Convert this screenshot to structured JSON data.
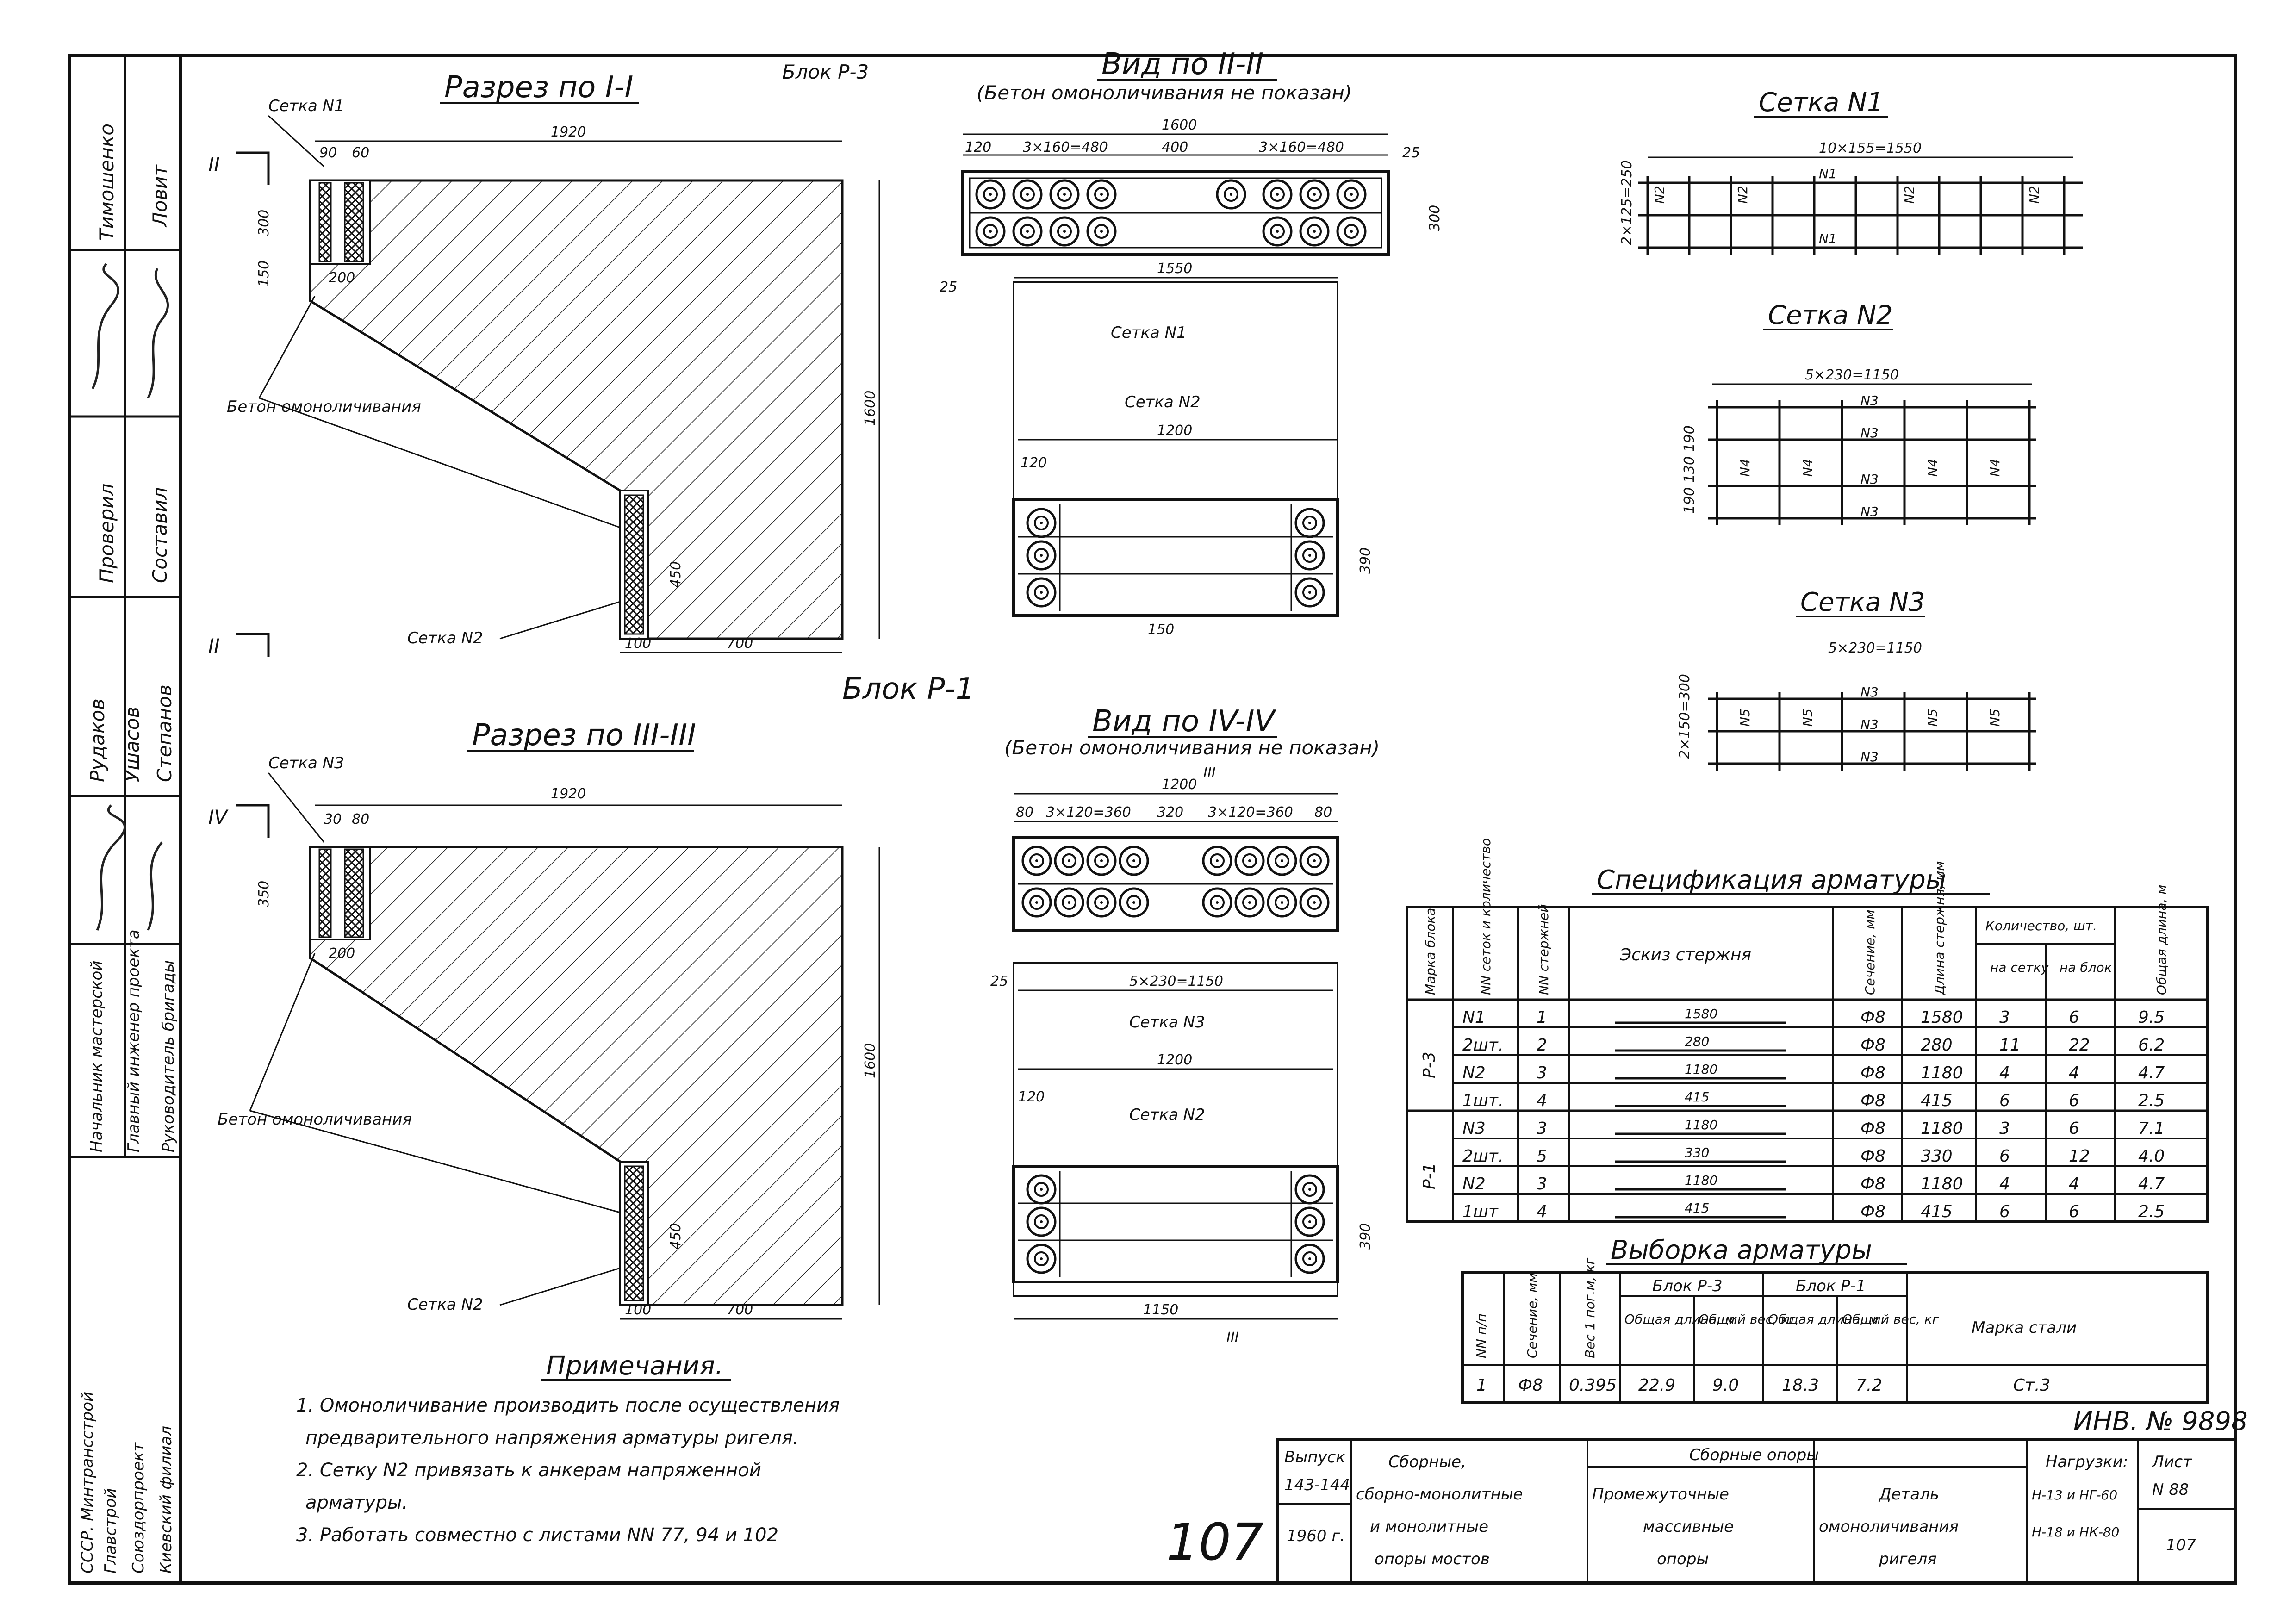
{
  "sidebar": {
    "row1_name": "Тимошенко",
    "row1_role": "Ловит",
    "row3_name": "Проверил",
    "row3_role": "Составил",
    "row4_a": "Рудаков",
    "row4_b": "Ушасов",
    "row4_c": "Степанов",
    "row6_a": "Начальник мастерской",
    "row6_b": "Главный инженер проекта",
    "row6_c": "Руководитель бригады",
    "org_a": "СССР. Минтрансстрой",
    "org_b": "Главстрой",
    "org_c": "Союздорпроект",
    "org_d": "Киевский филиал"
  },
  "section_I": {
    "title": "Разрез по I-I",
    "block_label": "Блок Р-3",
    "mesh1": "Сетка N1",
    "mesh2": "Сетка N2",
    "concrete": "Бетон омоноличивания",
    "mark_II": "II",
    "dims": {
      "w1920": "1920",
      "d90": "90",
      "d60": "60",
      "d300": "300",
      "d150": "150",
      "d200": "200",
      "d1600": "1600",
      "d450": "450",
      "d100": "100",
      "d700": "700"
    }
  },
  "section_III": {
    "title": "Разрез по III-III",
    "mesh3": "Сетка N3",
    "mesh2": "Сетка N2",
    "concrete": "Бетон омоноличивания",
    "mark_IV": "IV",
    "dims": {
      "w1920": "1920",
      "d30": "30",
      "d80": "80",
      "d350": "350",
      "d200": "200",
      "d1600": "1600",
      "d450": "450",
      "d100": "100",
      "d700": "700"
    }
  },
  "view_II": {
    "title": "Вид по II-II",
    "subtitle": "(Бетон омоноличивания не показан)",
    "mesh1": "Сетка N1",
    "mesh2": "Сетка N2",
    "dims": {
      "top": "1600",
      "a": "120",
      "b": "3×160=480",
      "c": "400",
      "d": "3×160=480",
      "e": "25",
      "w1550": "1550",
      "w1200": "1200",
      "d120": "120",
      "d150": "150",
      "d390": "390",
      "d300": "300",
      "d25": "25"
    }
  },
  "view_IV": {
    "title": "Вид по IV-IV",
    "subtitle": "(Бетон омоноличивания не показан)",
    "block_label": "Блок Р-1",
    "mesh3": "Сетка N3",
    "mesh2": "Сетка N2",
    "mark_III": "III",
    "dims": {
      "top": "1200",
      "a": "80",
      "b": "3×120=360",
      "c": "320",
      "d": "3×120=360",
      "e": "80",
      "w": "5×230=1150",
      "w1200": "1200",
      "d120": "120",
      "d1150": "1150",
      "d390": "390",
      "d25": "25"
    }
  },
  "mesh1": {
    "title": "Сетка N1",
    "dim_w": "10×155=1550",
    "dim_h": "2×125=250",
    "bar_a": "N2",
    "bar_b": "N1"
  },
  "mesh2": {
    "title": "Сетка N2",
    "dim_w": "5×230=1150",
    "dim_h": "190 130 190",
    "bar_a": "N3",
    "bar_b": "N4"
  },
  "mesh3": {
    "title": "Сетка N3",
    "dim_w": "5×230=1150",
    "dim_h": "2×150=300",
    "bar_a": "N5",
    "bar_b": "N3"
  },
  "spec": {
    "title": "Спецификация арматуры",
    "headers": [
      "Марка блока",
      "NN сеток и количество",
      "NN стержней",
      "Эскиз стержня",
      "Сечение, мм",
      "Длина стержня, мм",
      "на сетку",
      "на блок",
      "Общая длина, м"
    ],
    "qty_header": "Количество, шт.",
    "block_p3": "Р-3",
    "block_p1": "Р-1",
    "rows": [
      {
        "mesh": "N1",
        "bar": "1",
        "sketch": "1580",
        "sec": "Ф8",
        "len": "1580",
        "qs": "3",
        "qb": "6",
        "total": "9.5"
      },
      {
        "mesh": "2шт.",
        "bar": "2",
        "sketch": "280",
        "sec": "Ф8",
        "len": "280",
        "qs": "11",
        "qb": "22",
        "total": "6.2"
      },
      {
        "mesh": "N2",
        "bar": "3",
        "sketch": "1180",
        "sec": "Ф8",
        "len": "1180",
        "qs": "4",
        "qb": "4",
        "total": "4.7"
      },
      {
        "mesh": "1шт.",
        "bar": "4",
        "sketch": "415",
        "sec": "Ф8",
        "len": "415",
        "qs": "6",
        "qb": "6",
        "total": "2.5"
      },
      {
        "mesh": "N3",
        "bar": "3",
        "sketch": "1180",
        "sec": "Ф8",
        "len": "1180",
        "qs": "3",
        "qb": "6",
        "total": "7.1"
      },
      {
        "mesh": "2шт.",
        "bar": "5",
        "sketch": "330",
        "sec": "Ф8",
        "len": "330",
        "qs": "6",
        "qb": "12",
        "total": "4.0"
      },
      {
        "mesh": "N2",
        "bar": "3",
        "sketch": "1180",
        "sec": "Ф8",
        "len": "1180",
        "qs": "4",
        "qb": "4",
        "total": "4.7"
      },
      {
        "mesh": "1шт",
        "bar": "4",
        "sketch": "415",
        "sec": "Ф8",
        "len": "415",
        "qs": "6",
        "qb": "6",
        "total": "2.5"
      }
    ]
  },
  "selection": {
    "title": "Выборка арматуры",
    "headers": [
      "NN п/п",
      "Сечение, мм",
      "Вес 1 пог.м, кг",
      "Общая длина, м",
      "Общий вес, кг",
      "Общая длина, м",
      "Общий вес, кг",
      "Марка стали"
    ],
    "block_p3": "Блок Р-3",
    "block_p1": "Блок Р-1",
    "row": [
      "1",
      "Ф8",
      "0.395",
      "22.9",
      "9.0",
      "18.3",
      "7.2",
      "Ст.3"
    ]
  },
  "notes": {
    "title": "Примечания.",
    "lines": [
      "1. Омоноличивание производить после осуществления",
      "предварительного напряжения арматуры ригеля.",
      "2. Сетку N2 привязать к анкерам напряженной",
      "арматуры.",
      "3. Работать совместно с листами NN 77, 94 и 102"
    ]
  },
  "inv_number": "ИНВ. № 9898",
  "stamp": {
    "vypusk_label": "Выпуск",
    "vypusk": "143-144",
    "year": "1960 г.",
    "col1": [
      "Сборные,",
      "сборно-монолитные",
      "и монолитные",
      "опоры мостов"
    ],
    "col2_head": "Сборные опоры",
    "col2": [
      "Промежуточные",
      "массивные",
      "опоры"
    ],
    "col3": [
      "Деталь",
      "омоноличивания",
      "ригеля"
    ],
    "load_label": "Нагрузки:",
    "load": [
      "Н-13 и НГ-60",
      "Н-18 и НК-80"
    ],
    "sheet_label": "Лист",
    "sheet": "N 88",
    "page": "107"
  },
  "page_number_big": "107"
}
